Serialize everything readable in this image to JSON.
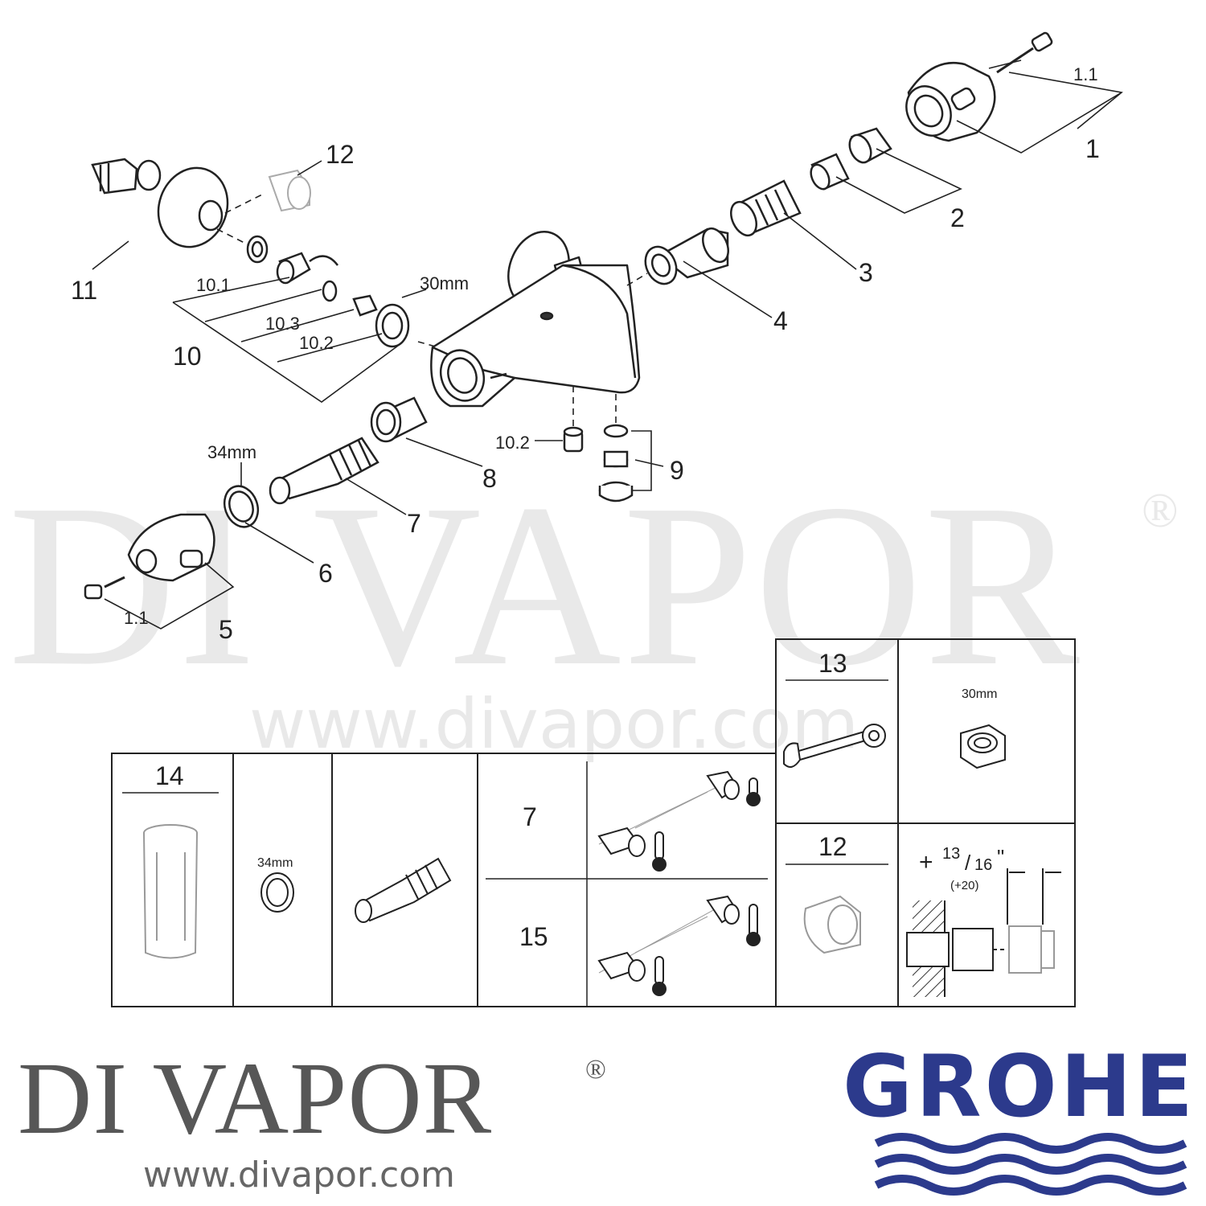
{
  "watermark": {
    "text": "DI VAPOR",
    "registered": "®",
    "url": "www.divapor.com"
  },
  "labels": {
    "p1": "1",
    "p1_1a": "1.1",
    "p2": "2",
    "p3": "3",
    "p4": "4",
    "p5": "5",
    "p1_1b": "1.1",
    "p6": "6",
    "p7": "7",
    "p8": "8",
    "p9": "9",
    "p10": "10",
    "p10_1": "10.1",
    "p10_2": "10.2",
    "p10_3": "10.3",
    "p10_2b": "10.2",
    "p11": "11",
    "p12": "12",
    "nut_size": "30mm",
    "ring_size": "34mm"
  },
  "table": {
    "tool_14": "14",
    "ring_34": "34mm",
    "opt_7": "7",
    "opt_15": "15",
    "tool_13": "13",
    "nut_30": "30mm",
    "ext_12": "12",
    "dim_plus": "+",
    "dim_num": "13",
    "dim_den": "16",
    "dim_inch": "\"",
    "dim_mm": "(+20)"
  },
  "footer": {
    "brand": "DI VAPOR",
    "registered": "®",
    "url": "www.divapor.com",
    "logo": "GROHE"
  },
  "colors": {
    "brand_gray": "#575757",
    "grohe_blue": "#2c3a8c",
    "line": "#222222"
  }
}
